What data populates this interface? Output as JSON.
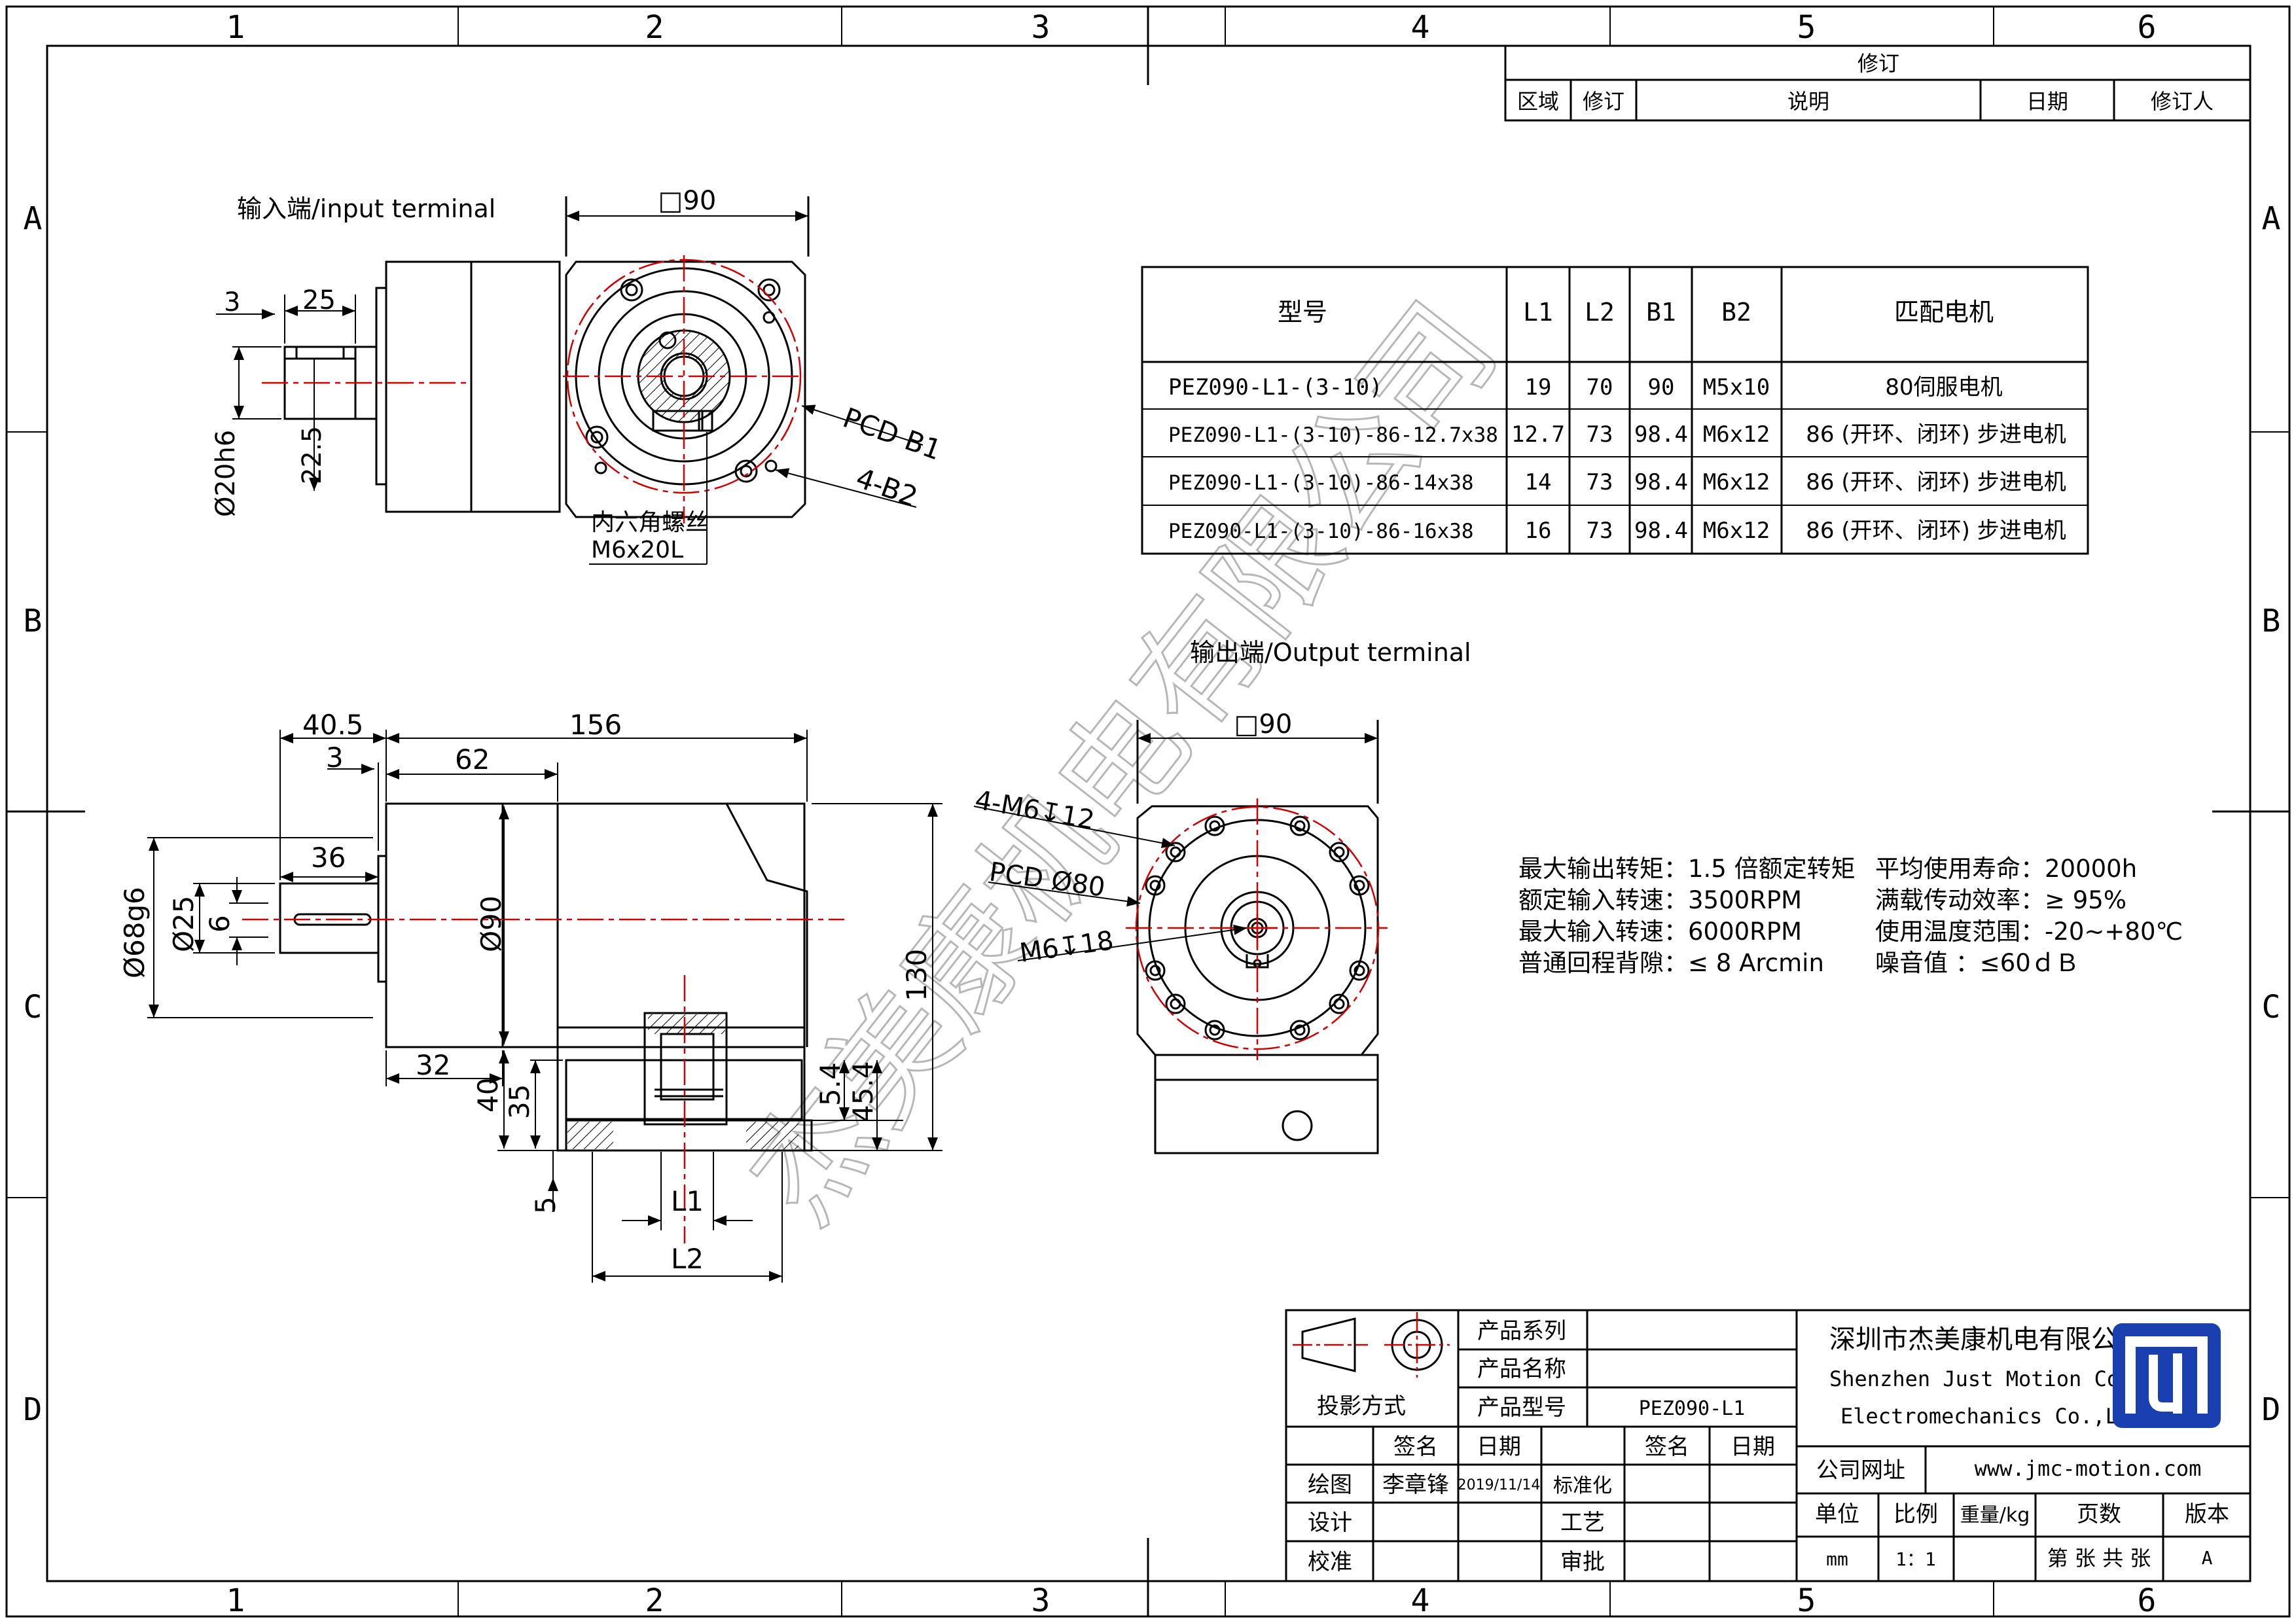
{
  "frame": {
    "col_labels": [
      "1",
      "2",
      "3",
      "4",
      "5",
      "6"
    ],
    "row_labels": [
      "A",
      "B",
      "C",
      "D"
    ]
  },
  "revision_block": {
    "title": "修订",
    "headers": [
      "区域",
      "修订",
      "说明",
      "日期",
      "修订人"
    ]
  },
  "input_view": {
    "label": "输入端/input terminal",
    "dims": {
      "square": "□90",
      "d3": "3",
      "d25": "25",
      "d20h6": "Ø20h6",
      "d22_5": "22.5",
      "pcd": "PCD B1",
      "bolts": "4-B2"
    },
    "screw_note": [
      "内六角螺丝",
      "M6x20L"
    ]
  },
  "output_view": {
    "label": "输出端/Output terminal",
    "dims": {
      "square": "□90",
      "m6_12": "4-M6↧12",
      "pcd80": "PCD Ø80",
      "m6_18": "M6↧18"
    }
  },
  "side_view": {
    "dims": {
      "d40_5": "40.5",
      "d156": "156",
      "d3": "3",
      "d62": "62",
      "d36": "36",
      "d68g6": "Ø68g6",
      "d25": "Ø25",
      "d6": "6",
      "d90": "Ø90",
      "d130": "130",
      "d32": "32",
      "d40": "40",
      "d35": "35",
      "d5_4": "5.4",
      "d45_4": "45.4",
      "d5": "5",
      "L1": "L1",
      "L2": "L2"
    }
  },
  "spec_table": {
    "headers": [
      "型号",
      "L1",
      "L2",
      "B1",
      "B2",
      "匹配电机"
    ],
    "rows": [
      [
        "PEZ090-L1-(3-10)",
        "19",
        "70",
        "90",
        "M5x10",
        "80伺服电机"
      ],
      [
        "PEZ090-L1-(3-10)-86-12.7x38",
        "12.7",
        "73",
        "98.4",
        "M6x12",
        "86 (开环、闭环) 步进电机"
      ],
      [
        "PEZ090-L1-(3-10)-86-14x38",
        "14",
        "73",
        "98.4",
        "M6x12",
        "86 (开环、闭环) 步进电机"
      ],
      [
        "PEZ090-L1-(3-10)-86-16x38",
        "16",
        "73",
        "98.4",
        "M6x12",
        "86 (开环、闭环) 步进电机"
      ]
    ]
  },
  "specs": {
    "left": [
      "最大输出转矩：1.5 倍额定转矩",
      "额定输入转速：3500RPM",
      "最大输入转速：6000RPM",
      "普通回程背隙：≤ 8 Arcmin"
    ],
    "right": [
      "平均使用寿命：20000h",
      "满载传动效率：≥   95%",
      "使用温度范围：-20~+80℃",
      "噪音值       ：≤60ｄＢ"
    ]
  },
  "title_block": {
    "projection": "投影方式",
    "series_label": "产品系列",
    "name_label": "产品名称",
    "model_label": "产品型号",
    "model_value": "PEZ090-L1",
    "sign": "签名",
    "date": "日期",
    "sign2": "签名",
    "date2": "日期",
    "draw": "绘图",
    "drawer": "李章锋",
    "draw_date": "2019/11/14",
    "standard": "标准化",
    "design": "设计",
    "craft": "工艺",
    "check": "校准",
    "approve": "审批",
    "company_cn": "深圳市杰美康机电有限公司",
    "company_en1": "Shenzhen Just Motion Control",
    "company_en2": "Electromechanics Co.,LTD",
    "website_label": "公司网址",
    "website": "www.jmc-motion.com",
    "unit_label": "单位",
    "scale_label": "比例",
    "weight_label": "重量/kg",
    "pages_label": "页数",
    "version_label": "版本",
    "unit": "mm",
    "scale": "1：1",
    "pages": "第 张 共 张",
    "version": "A"
  },
  "watermark": "杰美康机电有限公司",
  "colors": {
    "line": "#000000",
    "center": "#d00000",
    "logo": "#1a3fb0"
  }
}
